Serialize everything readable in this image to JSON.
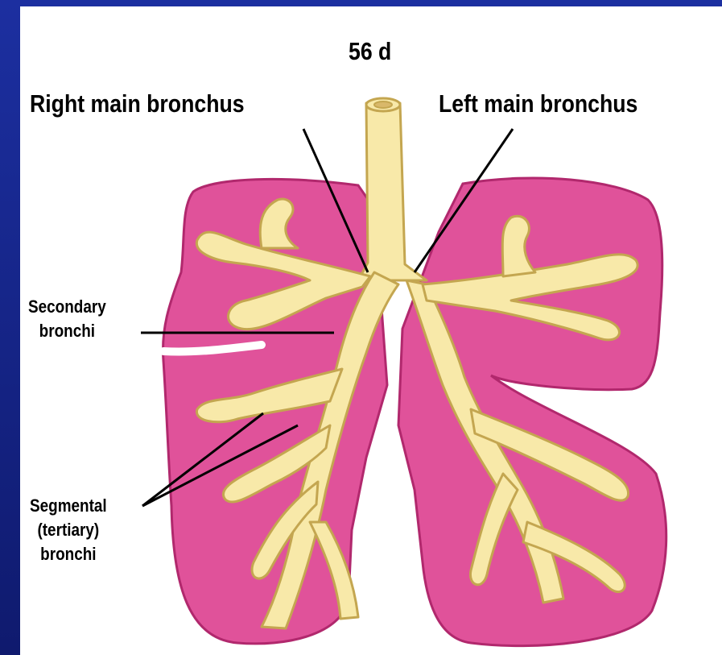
{
  "slide": {
    "stage_label": "56 d",
    "labels": {
      "right_main_bronchus": "Right main bronchus",
      "left_main_bronchus": "Left main bronchus",
      "secondary_bronchi": [
        "Secondary",
        "bronchi"
      ],
      "segmental_bronchi": [
        "Segmental",
        "(tertiary)",
        "bronchi"
      ]
    }
  },
  "colors": {
    "background": "#1a2a96",
    "lung": "#e0529a",
    "lung_outline": "#b1286d",
    "bronchus": "#f8e9a9",
    "bronchus_outline": "#c4a650",
    "leader_lines": "#000000"
  }
}
